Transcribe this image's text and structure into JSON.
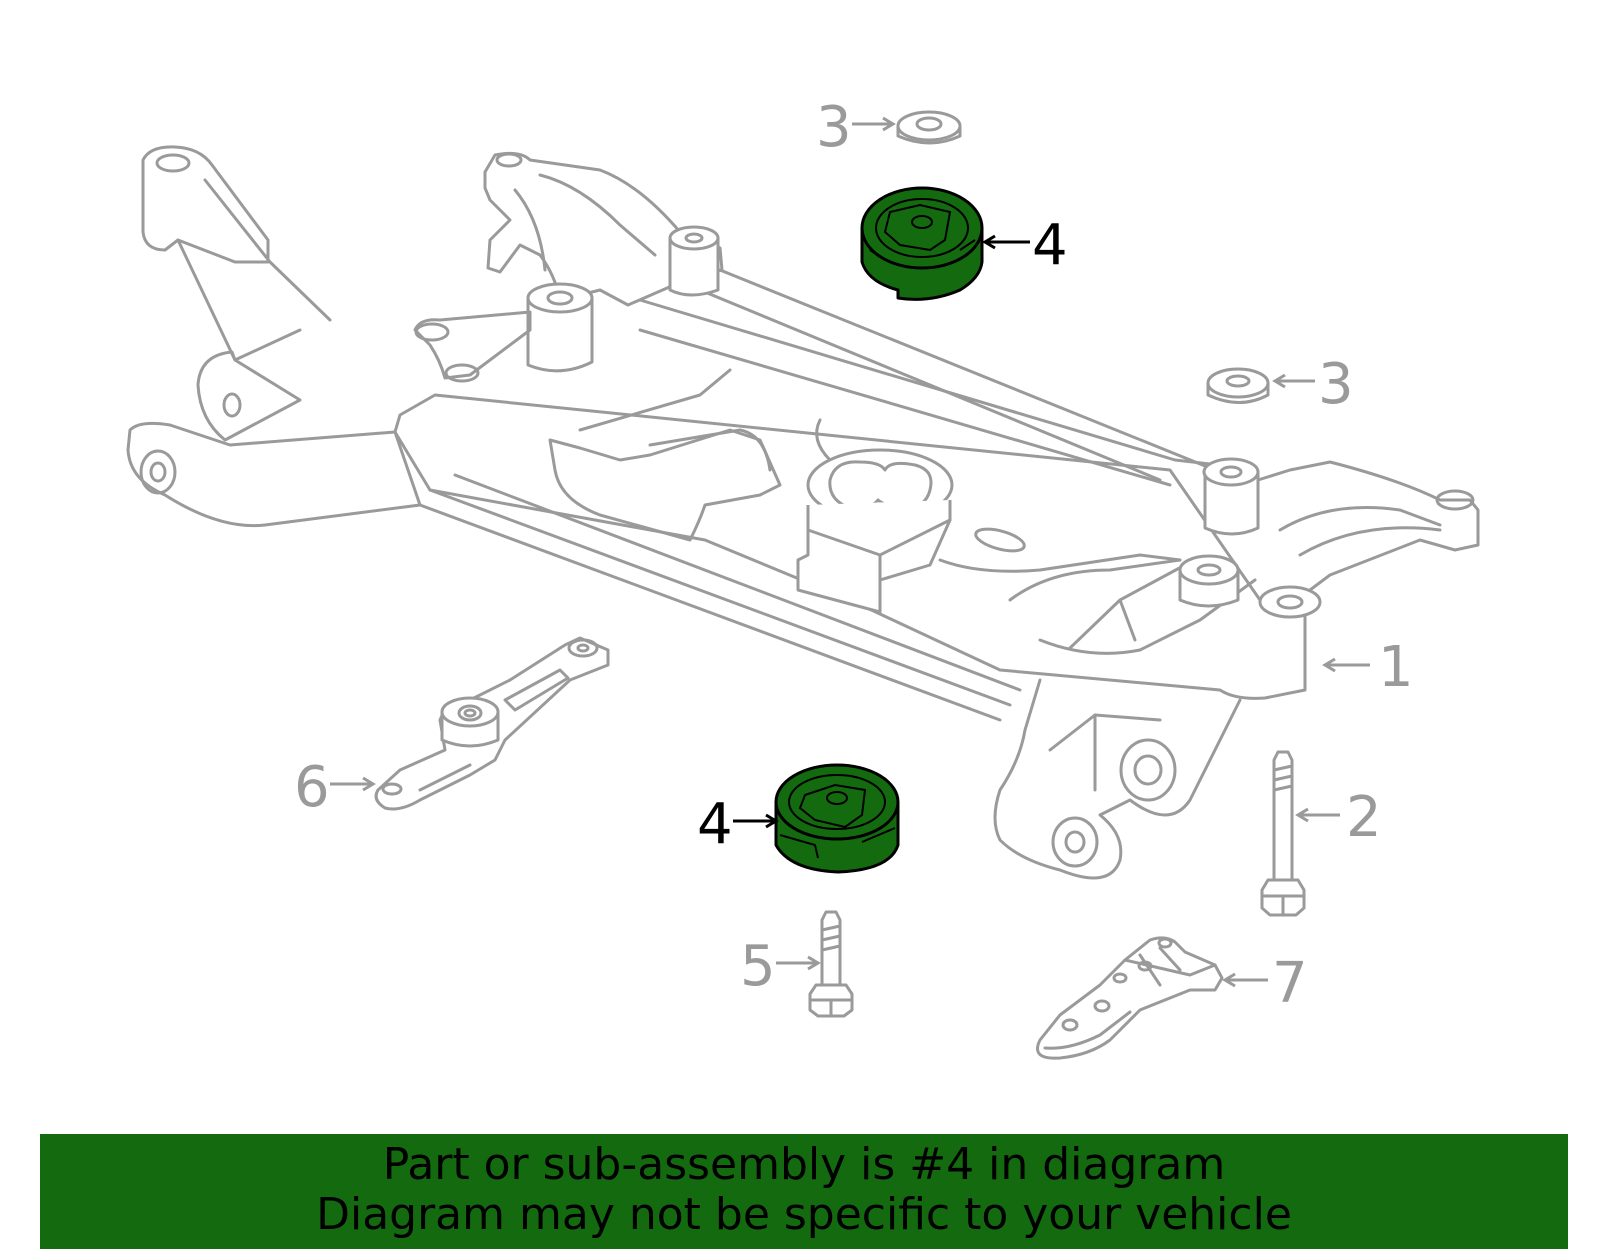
{
  "colors": {
    "highlight": "#146a0f",
    "line": "#9a9a9a",
    "highlight_label": "#000000",
    "part_label": "#9a9a9a",
    "banner_bg": "#146a0f",
    "banner_text": "#000000"
  },
  "callouts": [
    {
      "number": "1",
      "highlighted": false
    },
    {
      "number": "2",
      "highlighted": false
    },
    {
      "number": "3",
      "highlighted": false
    },
    {
      "number": "3",
      "highlighted": false
    },
    {
      "number": "4",
      "highlighted": true
    },
    {
      "number": "4",
      "highlighted": true
    },
    {
      "number": "5",
      "highlighted": false
    },
    {
      "number": "6",
      "highlighted": false
    },
    {
      "number": "7",
      "highlighted": false
    }
  ],
  "banner": {
    "line1": "Part or sub-assembly is #4 in diagram",
    "line2": "Diagram may not be specific to your vehicle"
  }
}
